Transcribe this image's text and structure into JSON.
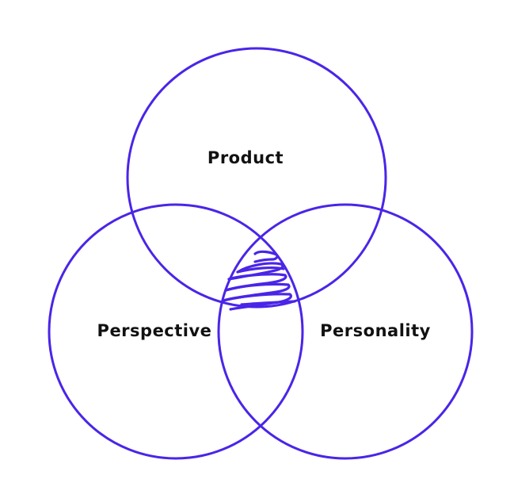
{
  "diagram": {
    "type": "venn",
    "circles": [
      {
        "id": "top",
        "label": "Product"
      },
      {
        "id": "left",
        "label": "Perspective"
      },
      {
        "id": "right",
        "label": "Personality"
      }
    ],
    "center": {
      "content": "scribble"
    }
  },
  "colors": {
    "stroke": "#4a25e8",
    "text": "#111111",
    "background": "#ffffff"
  }
}
